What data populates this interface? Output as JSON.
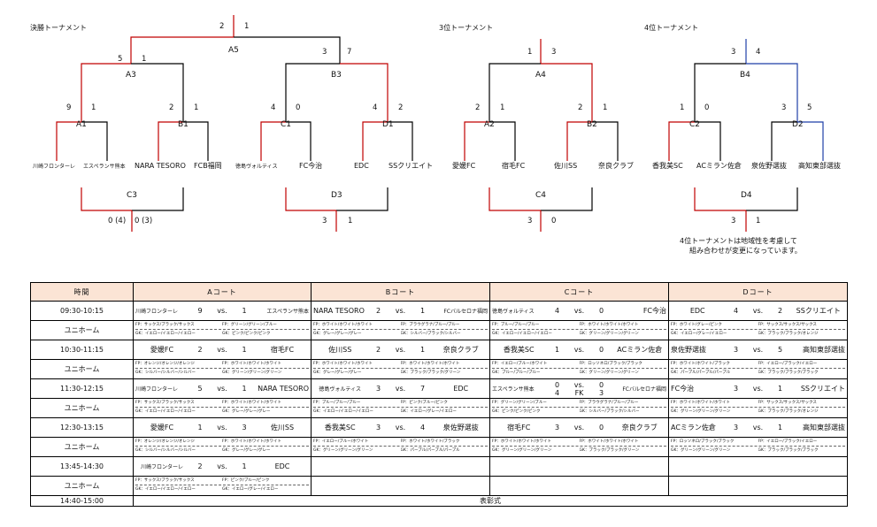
{
  "bracket": {
    "titles": {
      "main": "決勝トーナメント",
      "third": "3位トーナメント",
      "fourth": "4位トーナメント"
    },
    "main": {
      "final": {
        "label": "A5",
        "left": "2",
        "right": "1"
      },
      "a3": {
        "label": "A3",
        "left": "5",
        "right": "1"
      },
      "b3": {
        "label": "B3",
        "left": "3",
        "right": "7"
      },
      "a1": {
        "label": "A1",
        "left": "9",
        "right": "1"
      },
      "b1": {
        "label": "B1",
        "left": "2",
        "right": "1"
      },
      "c1": {
        "label": "C1",
        "left": "4",
        "right": "0"
      },
      "d1": {
        "label": "D1",
        "left": "4",
        "right": "2"
      },
      "c3": {
        "label": "C3",
        "left": "0 (4)",
        "right": "0 (3)"
      },
      "d3": {
        "label": "D3",
        "left": "3",
        "right": "1"
      },
      "teams": [
        "川崎フロンターレ",
        "エスペランサ熊本",
        "NARA TESORO",
        "FCB福岡",
        "徳島ヴォルティス",
        "FC今治",
        "EDC",
        "SSクリエイト"
      ]
    },
    "third": {
      "a4": {
        "label": "A4",
        "left": "1",
        "right": "3"
      },
      "a2": {
        "label": "A2",
        "left": "2",
        "right": "1"
      },
      "b2": {
        "label": "B2",
        "left": "2",
        "right": "1"
      },
      "c4": {
        "label": "C4",
        "left": "3",
        "right": "0"
      },
      "teams": [
        "愛媛FC",
        "宿毛FC",
        "佐川SS",
        "奈良クラブ"
      ]
    },
    "fourth": {
      "b4": {
        "label": "B4",
        "left": "3",
        "right": "4"
      },
      "c2": {
        "label": "C2",
        "left": "1",
        "right": "0"
      },
      "d2": {
        "label": "D2",
        "left": "3",
        "right": "5"
      },
      "d4": {
        "label": "D4",
        "left": "3",
        "right": "1"
      },
      "teams": [
        "香我美SC",
        "ACミラン佐倉",
        "泉佐野選抜",
        "高知東部選抜"
      ]
    },
    "note": [
      "4位トーナメントは地域性を考慮して",
      "組み合わせが変更になっています。"
    ]
  },
  "schedule": {
    "headers": [
      "時間",
      "Aコート",
      "Bコート",
      "Cコート",
      "Dコート"
    ],
    "uniform_label": "ユニホーム",
    "rounds": [
      {
        "time": "09:30-10:15",
        "matches": [
          {
            "home": "川崎フロンターレ",
            "hs": "9",
            "vs": "vs.",
            "as": "1",
            "away": "エスペランサ熊本",
            "hsmall": true,
            "asmall": true,
            "u": [
              "FP：サックス/ブラック/サックス",
              "FP：グリーン/グリーン/ブルー",
              "GK：イエロー/イエロー/イエロー",
              "GK：ピンク/ピンク/ピンク"
            ]
          },
          {
            "home": "NARA TESORO",
            "hs": "2",
            "vs": "vs.",
            "as": "1",
            "away": "FCバルセロナ福岡",
            "asmall": true,
            "u": [
              "FP：ホワイト/ホワイト/ホワイト",
              "FP：ブラウグラナ/ブルー/ブルー",
              "GK：グレー/グレー/グレー",
              "GK：シルバー/ブラック/シルバー"
            ]
          },
          {
            "home": "徳島ヴォルティス",
            "hs": "4",
            "vs": "vs.",
            "as": "0",
            "away": "FC今治",
            "hsmall": true,
            "u": [
              "FP：ブルー/ブルー/ブルー",
              "FP：ホワイト/ホワイト/ホワイト",
              "GK：イエロー/イエロー/イエロー",
              "GK：グリーン/グリーン/グリーン"
            ]
          },
          {
            "home": "EDC",
            "hs": "4",
            "vs": "vs.",
            "as": "2",
            "away": "SSクリエイト",
            "center": true,
            "u": [
              "FP：ホワイト/グレー/ピンク",
              "FP：サックス/サックス/サックス",
              "GK：イエロー/グレー/イエロー",
              "GK：ブラック/ブラック/オレンジ"
            ]
          }
        ]
      },
      {
        "time": "10:30-11:15",
        "matches": [
          {
            "home": "愛媛FC",
            "hs": "2",
            "vs": "vs.",
            "as": "1",
            "away": "宿毛FC",
            "center": true,
            "u": [
              "FP：オレンジ/オレンジ/オレンジ",
              "FP：ホワイト/ホワイト/ホワイト",
              "GK：シルバー/シルバー/シルバー",
              "GK：グリーン/グリーン/グリーン"
            ]
          },
          {
            "home": "佐川SS",
            "hs": "2",
            "vs": "vs.",
            "as": "1",
            "away": "奈良クラブ",
            "center": true,
            "u": [
              "FP：ホワイト/ホワイト/ホワイト",
              "FP：ホワイト/ホワイト/ホワイト",
              "GK：グレー/グレー/グレー",
              "GK：ブラック/ブラック/グリーン"
            ]
          },
          {
            "home": "香我美SC",
            "hs": "1",
            "vs": "vs.",
            "as": "0",
            "away": "ACミラン佐倉",
            "center": true,
            "u": [
              "FP：イエロー/ブルー/ホワイト",
              "FP：ロッソネロ/ブラック/ブラック",
              "GK：ブルー/ブルー/ブルー",
              "GK：グリーン/グリーン/グリーン"
            ]
          },
          {
            "home": "泉佐野選抜",
            "hs": "3",
            "vs": "vs.",
            "as": "5",
            "away": "高知東部選抜",
            "u": [
              "FP：ホワイト/ホワイト/ブラック",
              "FP：イエロー/ブラック/イエロー",
              "GK：パープル/パープル/パープル",
              "GK：ブラック/ブラック/ブラック"
            ]
          }
        ]
      },
      {
        "time": "11:30-12:15",
        "matches": [
          {
            "home": "川崎フロンターレ",
            "hs": "5",
            "vs": "vs.",
            "as": "1",
            "away": "NARA TESORO",
            "hsmall": true,
            "u": [
              "FP：サックス/ブラック/サックス",
              "FP：ホワイト/ホワイト/ホワイト",
              "GK：イエロー/イエロー/イエロー",
              "GK：グレー/グレー/グレー"
            ]
          },
          {
            "home": "徳島ヴォルティス",
            "hs": "3",
            "vs": "vs.",
            "as": "7",
            "away": "EDC",
            "hsmall": true,
            "center": true,
            "u": [
              "FP：ブルー/ブルー/ブルー",
              "FP：ピンク/ブルー/ピンク",
              "GK：イエロー/イエロー/イエロー",
              "GK：イエロー/グレー/イエロー"
            ]
          },
          {
            "home": "エスペランサ熊本",
            "hs": "0",
            "hs2": "4",
            "vs": "vs.",
            "vs2": "FK",
            "as": "0",
            "as2": "3",
            "away": "FCバルセロナ福岡",
            "hsmall": true,
            "asmall": true,
            "pk": true,
            "u": [
              "FP：グリーン/グリーン/ブルー",
              "FP：ブラウグラナ/ブルー/ブルー",
              "GK：ピンク/ピンク/ピンク",
              "GK：シルバー/ブラック/シルバー"
            ]
          },
          {
            "home": "FC今治",
            "hs": "3",
            "vs": "vs.",
            "as": "1",
            "away": "SSクリエイト",
            "u": [
              "FP：ホワイト/ホワイト/ホワイト",
              "FP：サックス/サックス/サックス",
              "GK：グリーン/グリーン/グリーン",
              "GK：ブラック/ブラック/オレンジ"
            ]
          }
        ]
      },
      {
        "time": "12:30-13:15",
        "matches": [
          {
            "home": "愛媛FC",
            "hs": "1",
            "vs": "vs.",
            "as": "3",
            "away": "佐川SS",
            "center": true,
            "u": [
              "FP：オレンジ/オレンジ/オレンジ",
              "FP：ホワイト/ホワイト/ホワイト",
              "GK：シルバー/シルバー/シルバー",
              "GK：グレー/グレー/グレー"
            ]
          },
          {
            "home": "香我美SC",
            "hs": "3",
            "vs": "vs.",
            "as": "4",
            "away": "泉佐野選抜",
            "center": true,
            "u": [
              "FP：イエロー/ブルー/ホワイト",
              "FP：ホワイト/ホワイト/ブラック",
              "GK：グリーン/グリーン/グリーン",
              "GK：パープル/パープル/パープル"
            ]
          },
          {
            "home": "宿毛FC",
            "hs": "3",
            "vs": "vs.",
            "as": "0",
            "away": "奈良クラブ",
            "center": true,
            "u": [
              "FP：ホワイト/ホワイト/ホワイト",
              "FP：ホワイト/ホワイト/ホワイト",
              "GK：グリーン/グリーン/グリーン",
              "GK：ブラック/ブラック/グリーン"
            ]
          },
          {
            "home": "ACミラン佐倉",
            "hs": "3",
            "vs": "vs.",
            "as": "1",
            "away": "高知東部選抜",
            "u": [
              "FP：ロッソネロ/ブラック/ブラック",
              "FP：イエロー/ブラック/イエロー",
              "GK：グリーン/グリーン/グリーン",
              "GK：ブラック/ブラック/ブラック"
            ]
          }
        ]
      },
      {
        "time": "13:45-14:30",
        "matches": [
          {
            "home": "川崎フロンターレ",
            "hs": "2",
            "vs": "vs.",
            "as": "1",
            "away": "EDC",
            "hsmall": true,
            "center": true,
            "u": [
              "FP：サックス/ブラック/サックス",
              "FP：ピンク/ブルー/ピンク",
              "GK：イエロー/イエロー/イエロー",
              "GK：イエロー/グレー/イエロー"
            ]
          },
          null,
          null,
          null
        ]
      }
    ],
    "ceremony": {
      "time": "14:40-15:00",
      "label": "表彰式"
    }
  },
  "colors": {
    "win_line": "#c00000",
    "loss_line": "#000000",
    "blue_line": "#1f3fa8",
    "header_bg": "#fbe4d5"
  }
}
